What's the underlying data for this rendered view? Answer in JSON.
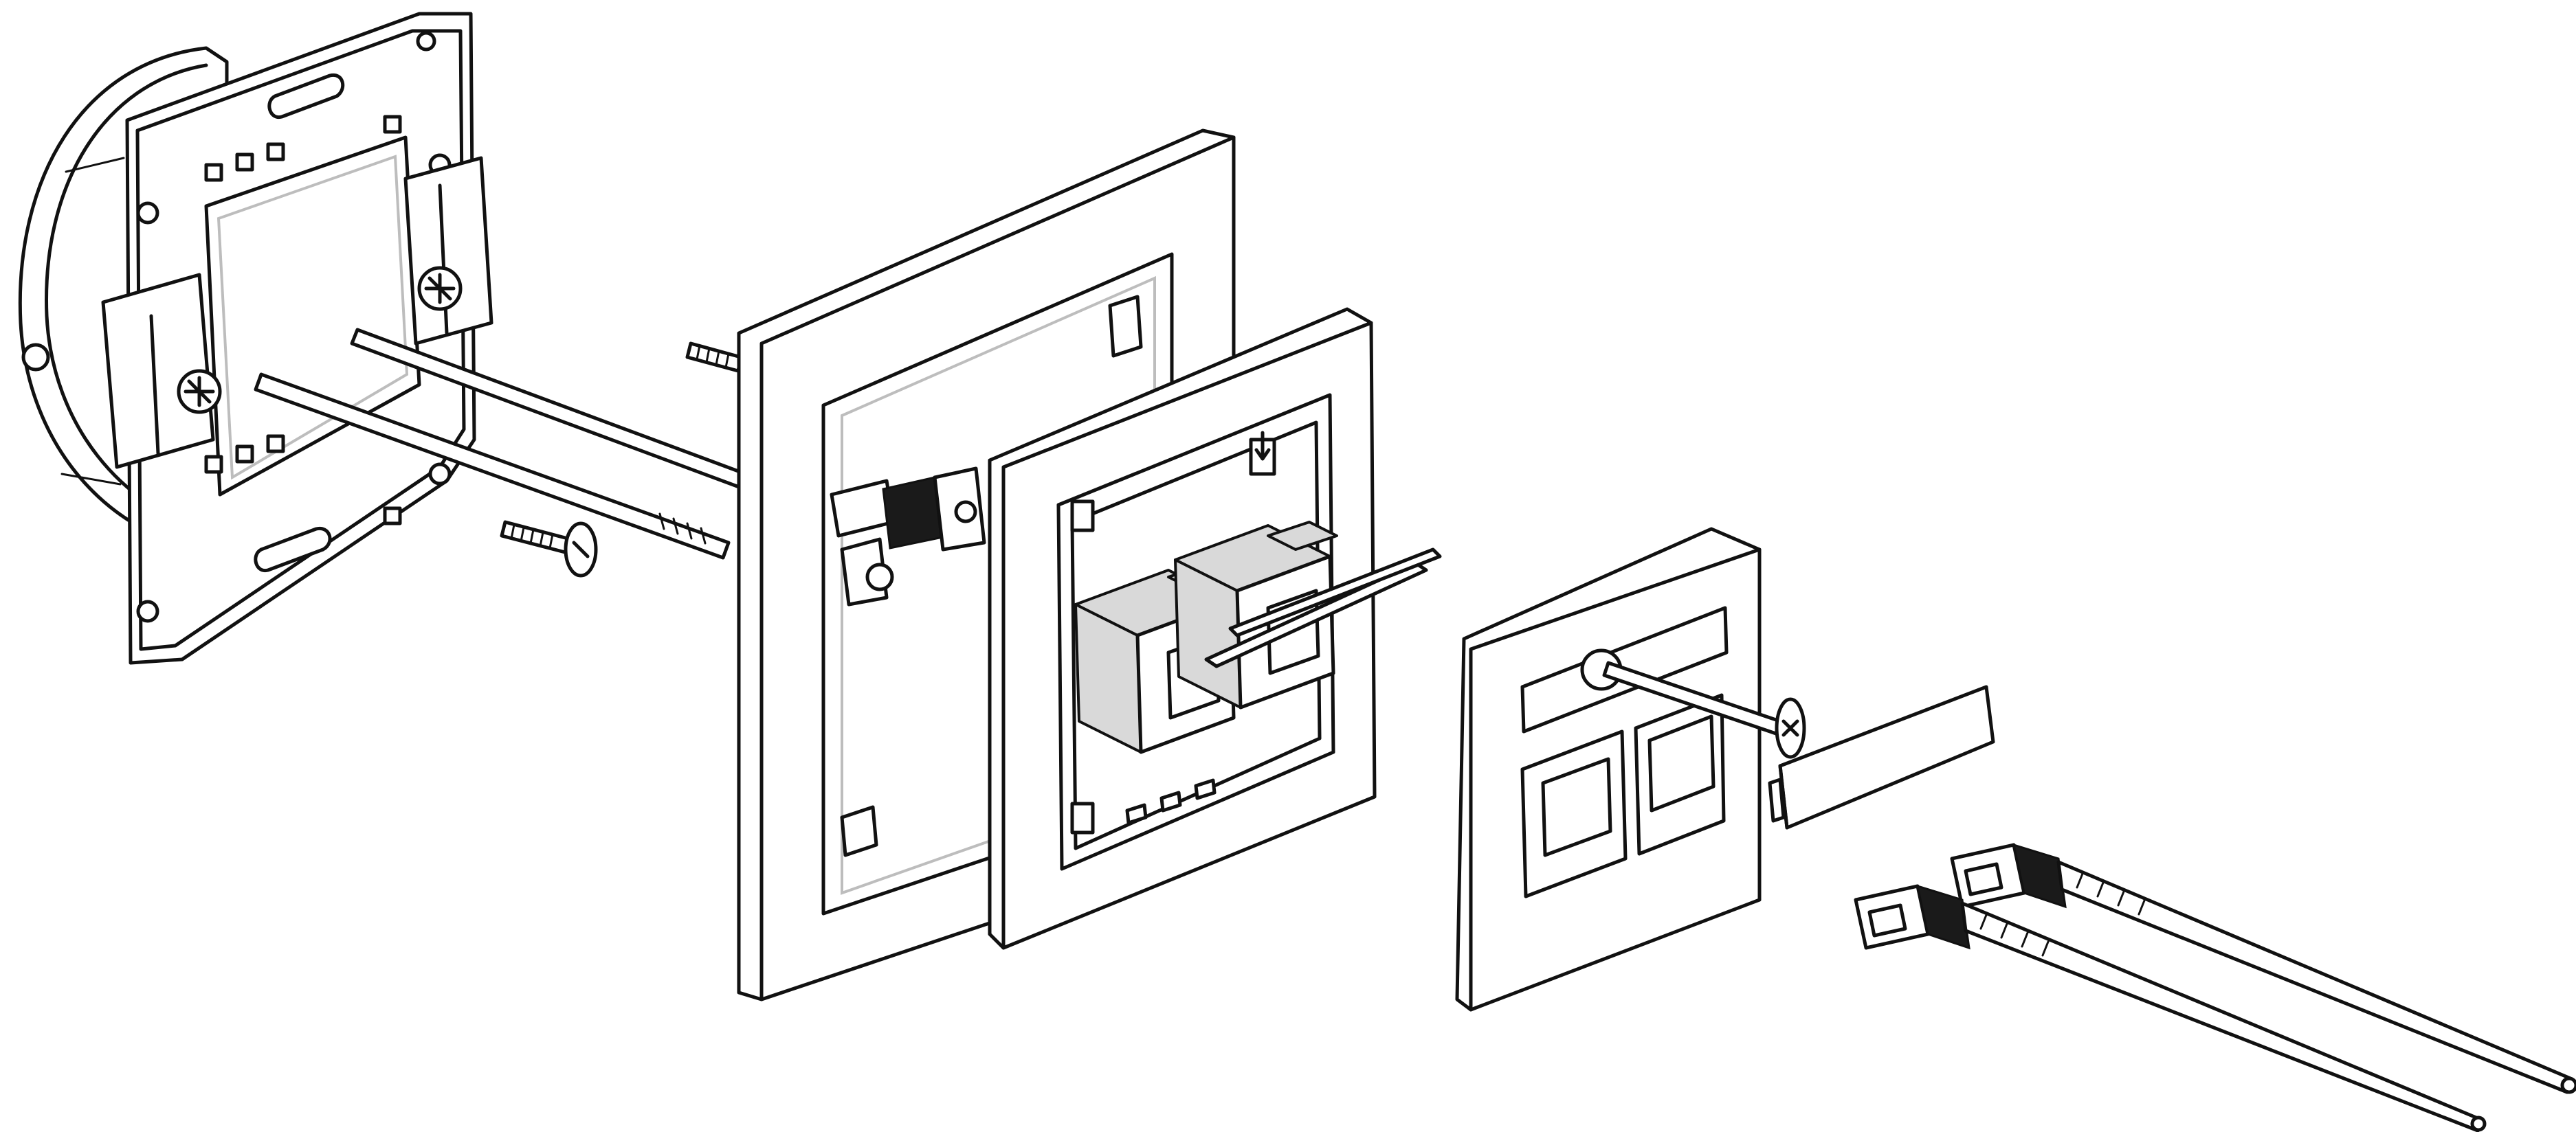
{
  "diagram": {
    "parts": [
      {
        "id": "mounting-box",
        "label": ""
      },
      {
        "id": "support-frame",
        "label": ""
      },
      {
        "id": "long-screws",
        "label": ""
      },
      {
        "id": "short-screws",
        "label": ""
      },
      {
        "id": "cover-frame",
        "label": ""
      },
      {
        "id": "insert-plate",
        "label": ""
      },
      {
        "id": "keystone-modules",
        "label": ""
      },
      {
        "id": "face-plate",
        "label": ""
      },
      {
        "id": "center-screw",
        "label": ""
      },
      {
        "id": "label-strip",
        "label": ""
      },
      {
        "id": "patch-cords",
        "label": ""
      }
    ],
    "colors": {
      "line": "#111111",
      "fill": "#ffffff",
      "shade": "#d9d9d9",
      "dark": "#1a1a1a"
    }
  }
}
